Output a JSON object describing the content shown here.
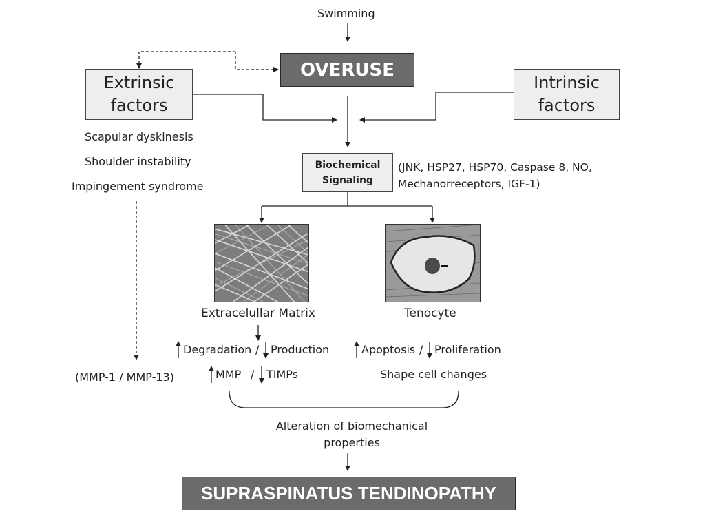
{
  "top": {
    "swimming": "Swimming",
    "overuse": "OVERUSE"
  },
  "extrinsic": {
    "line1": "Extrinsic",
    "line2": "factors",
    "items": [
      "Scapular dyskinesis",
      "Shoulder instability",
      "Impingement syndrome"
    ],
    "mmp_note": "(MMP-1 / MMP-13)"
  },
  "intrinsic": {
    "line1": "Intrinsic",
    "line2": "factors"
  },
  "signaling": {
    "line1": "Biochemical",
    "line2": "Signaling",
    "markers_line1": "(JNK, HSP27, HSP70, Caspase 8, NO,",
    "markers_line2": "Mechanorreceptors, IGF-1)"
  },
  "ecm": {
    "label": "Extracelullar Matrix",
    "degradation": "Degradation",
    "sep": "/",
    "production": "Production",
    "mmp": "MMP",
    "timps": "TIMPs"
  },
  "tenocyte": {
    "label": "Tenocyte",
    "apoptosis": "Apoptosis",
    "sep": "/",
    "proliferation": "Proliferation",
    "shape": "Shape cell changes"
  },
  "alteration": {
    "line1": "Alteration of biomechanical",
    "line2": "properties"
  },
  "outcome": "SUPRASPINATUS TENDINOPATHY",
  "colors": {
    "dark_box": "#6b6b6b",
    "light_box": "#eeeeee",
    "line": "#222222"
  }
}
